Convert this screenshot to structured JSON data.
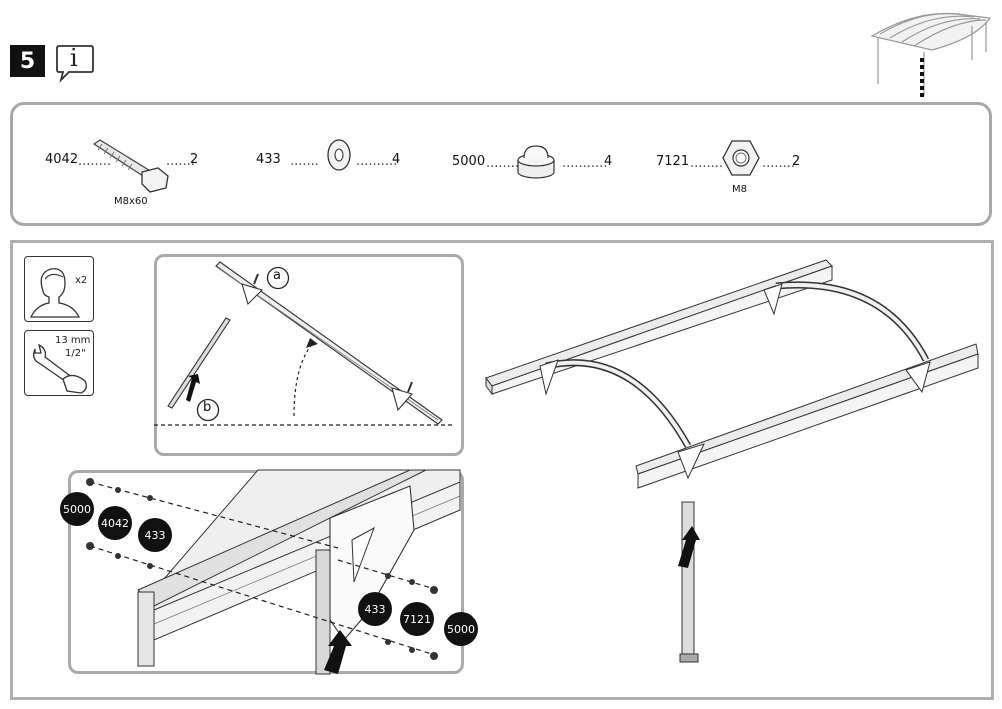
{
  "step": {
    "number": "5"
  },
  "info": {
    "letter": "i"
  },
  "parts": [
    {
      "code": "4042",
      "qty": "2",
      "caption": "M8x60",
      "icon": "bolt-icon"
    },
    {
      "code": "433",
      "qty": "4",
      "caption": "",
      "icon": "washer-icon"
    },
    {
      "code": "5000",
      "qty": "4",
      "caption": "",
      "icon": "cap-nut-icon"
    },
    {
      "code": "7121",
      "qty": "2",
      "caption": "M8",
      "icon": "hex-nut-icon"
    }
  ],
  "tools": {
    "people": "x2",
    "wrench_size_mm": "13 mm",
    "wrench_size_in": "1/2\""
  },
  "callouts": {
    "a": "a",
    "b": "b"
  },
  "detail_badges": {
    "left": [
      "5000",
      "4042",
      "433"
    ],
    "right": [
      "433",
      "7121",
      "5000"
    ]
  }
}
